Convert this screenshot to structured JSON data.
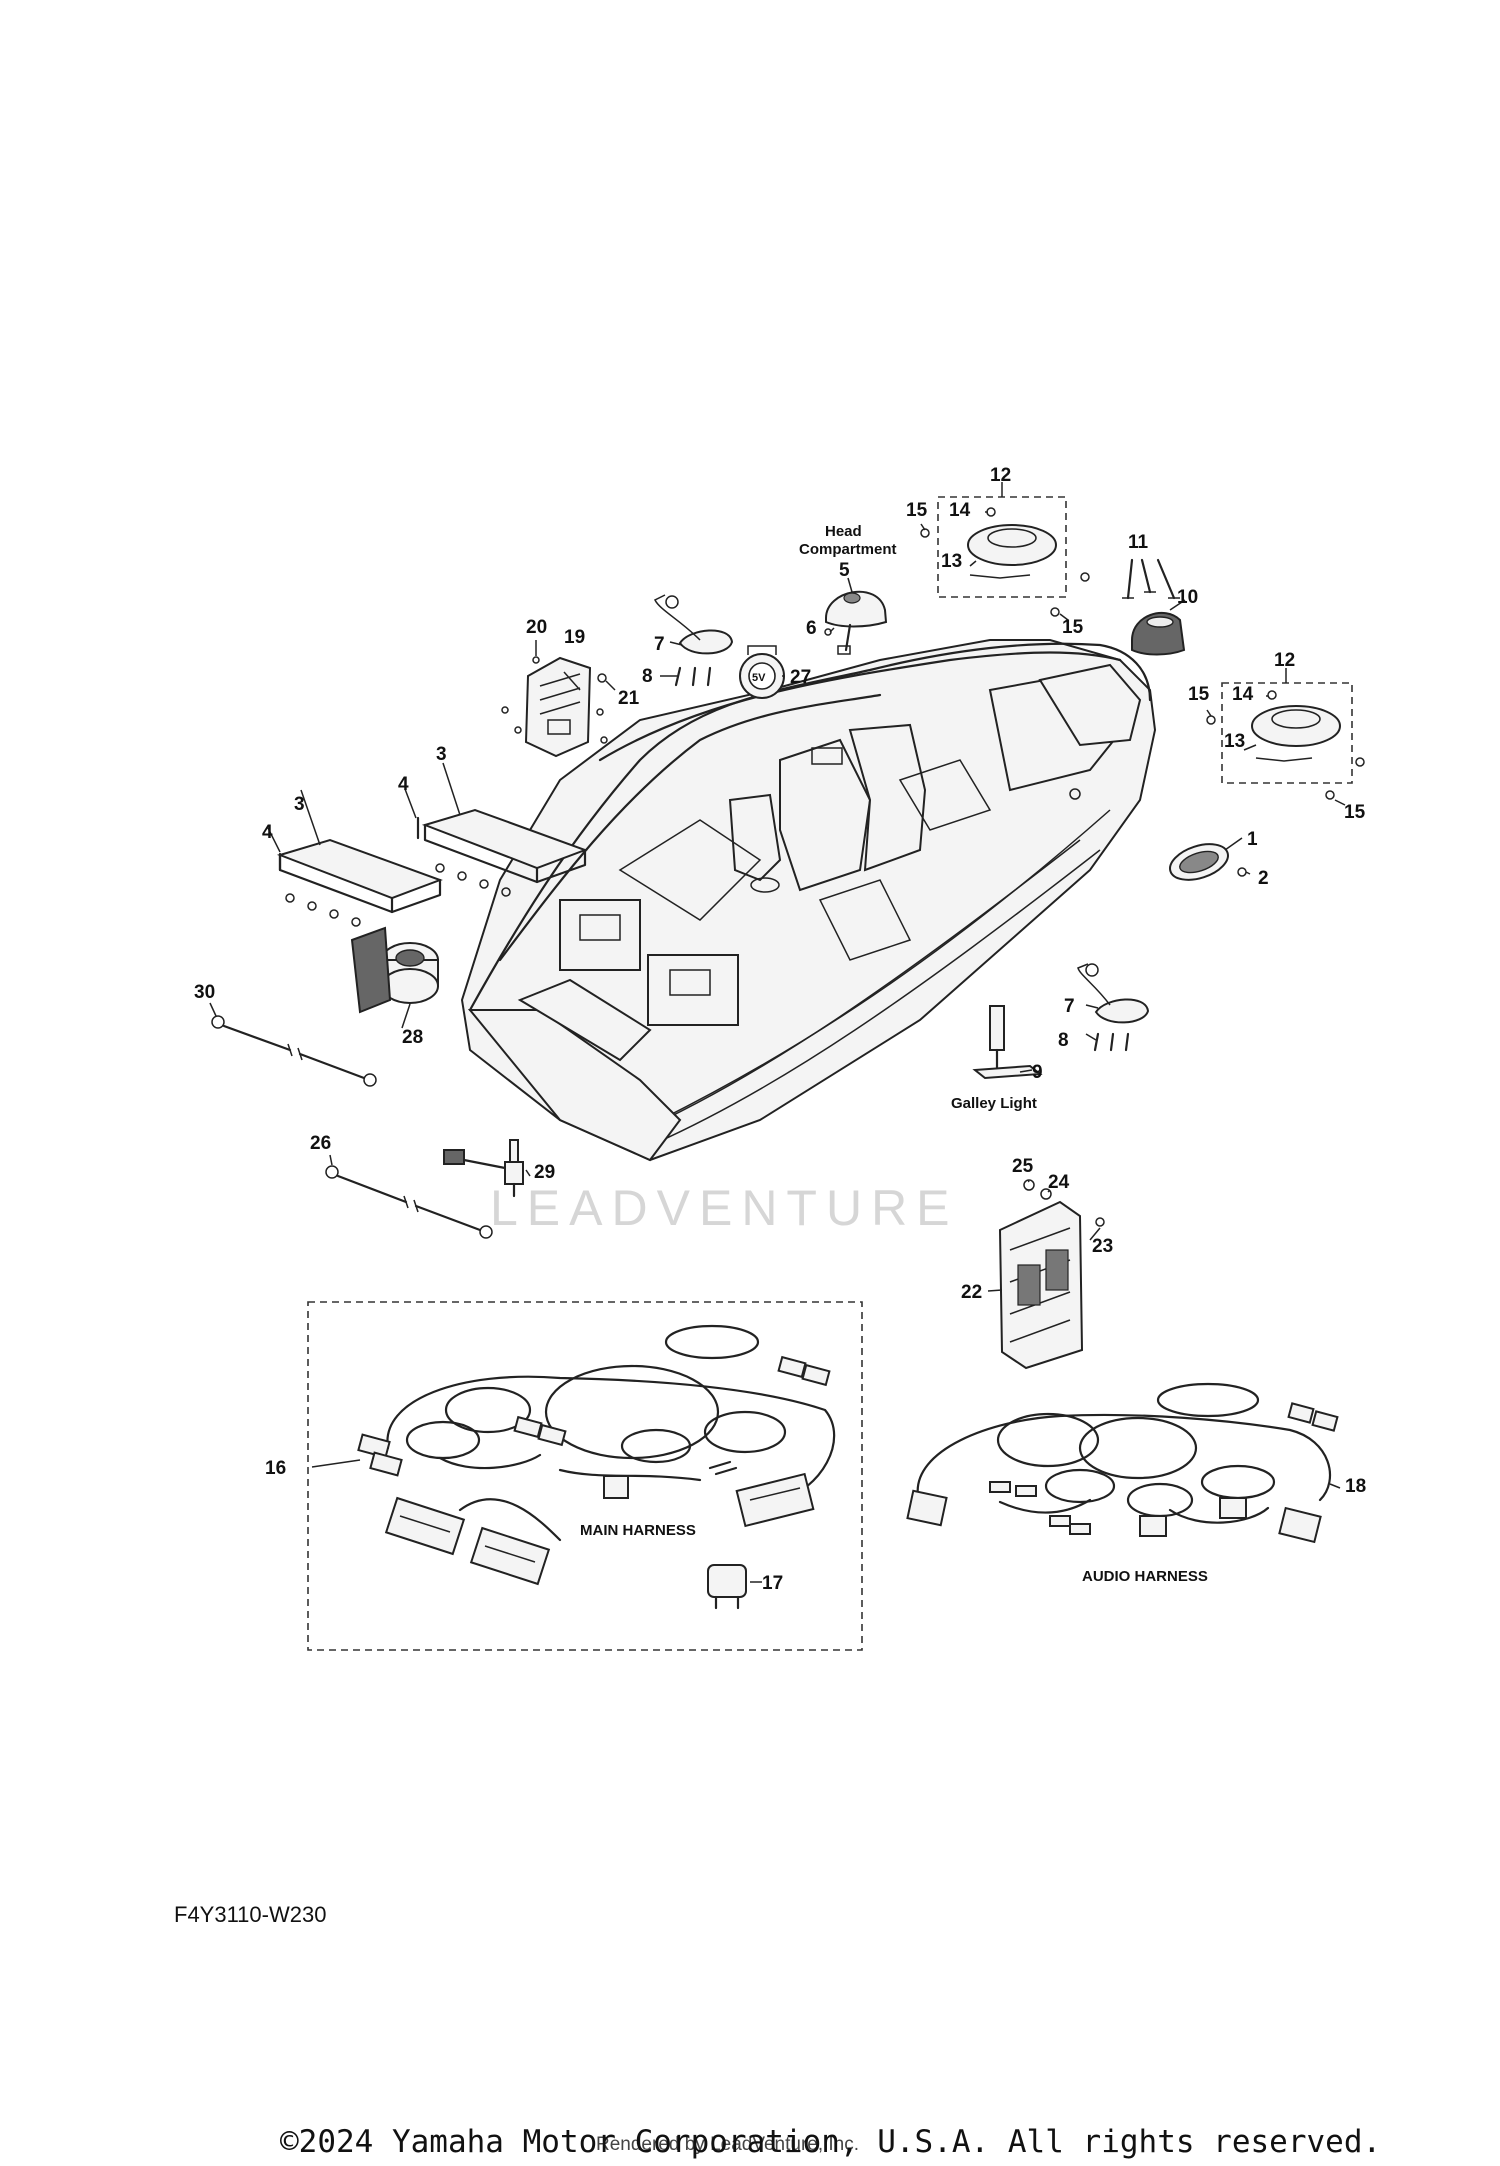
{
  "diagram": {
    "code": "F4Y3110-W230",
    "watermark": "LEADVENTURE",
    "copyright": "©2024 Yamaha Motor Corporation, U.S.A. All rights reserved.",
    "rendered_by": "Rendered by LeadVenture, Inc.",
    "captions": {
      "head_compartment_line1": "Head",
      "head_compartment_line2": "Compartment",
      "galley_light": "Galley Light",
      "main_harness": "MAIN HARNESS",
      "audio_harness": "AUDIO HARNESS"
    },
    "callouts": {
      "c1": "1",
      "c2": "2",
      "c3a": "3",
      "c3b": "3",
      "c4a": "4",
      "c4b": "4",
      "c5": "5",
      "c6": "6",
      "c7a": "7",
      "c7b": "7",
      "c8a": "8",
      "c8b": "8",
      "c9": "9",
      "c10": "10",
      "c11": "11",
      "c12a": "12",
      "c12b": "12",
      "c13a": "13",
      "c13b": "13",
      "c14a": "14",
      "c14b": "14",
      "c15a": "15",
      "c15b": "15",
      "c15c": "15",
      "c15d": "15",
      "c16": "16",
      "c17": "17",
      "c18": "18",
      "c19": "19",
      "c20": "20",
      "c21": "21",
      "c22": "22",
      "c23": "23",
      "c24": "24",
      "c25": "25",
      "c26": "26",
      "c27": "27",
      "c28": "28",
      "c29": "29",
      "c30": "30"
    },
    "icon_labels": {
      "usb_5v": "5V"
    }
  }
}
